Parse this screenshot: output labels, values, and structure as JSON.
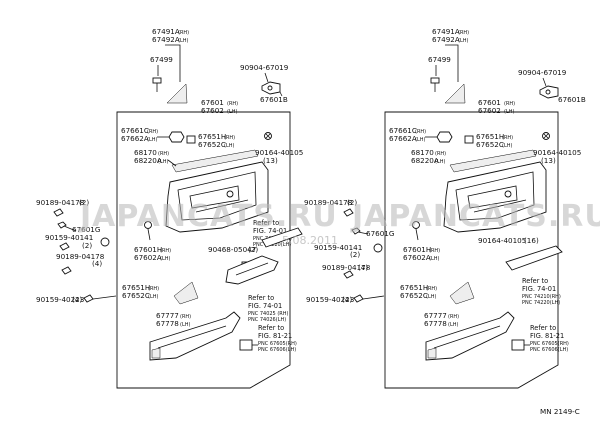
{
  "left_panel": {
    "pn_67491": "67491A",
    "pn_67491_side": "(RH)",
    "pn_67492": "67492A",
    "pn_67492_side": "(LH)",
    "pn_67499": "67499",
    "pn_90904": "90904-67019",
    "pn_67601b": "67601B",
    "pn_67601": "67601",
    "pn_67601_side": "(RH)",
    "pn_67602": "67602",
    "pn_67602_side": "(LH)",
    "pn_67661c": "67661C",
    "pn_67661c_side": "(RH)",
    "pn_67662a": "67662A",
    "pn_67662a_side": "(LH)",
    "pn_67651h": "67651H",
    "pn_67651h_side": "(RH)",
    "pn_67652c": "67652C",
    "pn_67652c_side": "(LH)",
    "pn_68170": "68170",
    "pn_68170_side": "(RH)",
    "pn_68220a": "68220A",
    "pn_68220a_side": "(LH)",
    "pn_90164": "90164-40105",
    "pn_90164_qty": "(13)",
    "pn_90189a": "90189-04178",
    "pn_90189a_qty": "(2)",
    "pn_67601g": "67601G",
    "pn_90159a": "90159-40141",
    "pn_90159a_qty": "(2)",
    "pn_90189b": "90189-04178",
    "pn_90189b_qty": "(4)",
    "pn_90159b": "90159-40223",
    "pn_90159b_qty": "(4)",
    "pn_67601h": "67601H",
    "pn_67601h_side": "(RH)",
    "pn_67602a": "67602A",
    "pn_67602a_side": "(LH)",
    "pn_90468": "90468-05047",
    "pn_90468_qty": "(2)",
    "pn_67651h2": "67651H",
    "pn_67651h2_side": "(RH)",
    "pn_67652c2": "67652C",
    "pn_67652c2_side": "(LH)",
    "pn_67777": "67777",
    "pn_67777_side": "(RH)",
    "pn_67778": "67778",
    "pn_67778_side": "(LH)",
    "ref1_line1": "Refer to",
    "ref1_line2": "FIG. 74-01",
    "ref1_line3": "PNC 74210(RH)",
    "ref1_line4": "PNC 74220(LH)",
    "ref2_line1": "Refer to",
    "ref2_line2": "FIG. 74-01",
    "ref2_line3": "PNC 74025 (RH)",
    "ref2_line4": "PNC 74026(LH)",
    "ref3_line1": "Refer to",
    "ref3_line2": "FIG. 81-21",
    "ref3_line3": "PNC 67605(RH)",
    "ref3_line4": "PNC 67606(LH)"
  },
  "right_panel": {
    "pn_67491": "67491A",
    "pn_67491_side": "(RH)",
    "pn_67492": "67492A",
    "pn_67492_side": "(LH)",
    "pn_67499": "67499",
    "pn_90904": "90904-67019",
    "pn_67601b": "67601B",
    "pn_67601": "67601",
    "pn_67601_side": "(RH)",
    "pn_67602": "67602",
    "pn_67602_side": "(LH)",
    "pn_67661c": "67661C",
    "pn_67661c_side": "(RH)",
    "pn_67662a": "67662A",
    "pn_67662a_side": "(LH)",
    "pn_67651h": "67651H",
    "pn_67651h_side": "(RH)",
    "pn_67652c": "67652C",
    "pn_67652c_side": "(LH)",
    "pn_68170": "68170",
    "pn_68170_side": "(RH)",
    "pn_68220a": "68220A",
    "pn_68220a_side": "(LH)",
    "pn_90164": "90164-40105",
    "pn_90164_qty": "(13)",
    "pn_90189a": "90189-04178",
    "pn_90189a_qty": "(2)",
    "pn_67601g": "67601G",
    "pn_90164b": "90164-40105",
    "pn_90164b_qty": "(16)",
    "pn_90159a": "90159-40141",
    "pn_90159a_qty": "(2)",
    "pn_90189b": "90189-04178",
    "pn_90189b_qty": "(4)",
    "pn_90159b": "90159-40223",
    "pn_90159b_qty": "(4)",
    "pn_67601h": "67601H",
    "pn_67601h_side": "(RH)",
    "pn_67602a": "67602A",
    "pn_67602a_side": "(LH)",
    "pn_67651h2": "67651H",
    "pn_67651h2_side": "(RH)",
    "pn_67652c2": "67652C",
    "pn_67652c2_side": "(LH)",
    "pn_67777": "67777",
    "pn_67777_side": "(RH)",
    "pn_67778": "67778",
    "pn_67778_side": "(LH)",
    "ref1_line1": "Refer to",
    "ref1_line2": "FIG. 74-01",
    "ref1_line3": "PNC 74210(RH)",
    "ref1_line4": "PNC 74220(LH)",
    "ref3_line1": "Refer to",
    "ref3_line2": "FIG. 81-21",
    "ref3_line3": "PNC 67605(RH)",
    "ref3_line4": "PNC 67606(LH)"
  },
  "watermark": {
    "text": "JAPANCATS.RU",
    "date": "5.08.2011"
  },
  "figure_code": "MN  2149-C"
}
